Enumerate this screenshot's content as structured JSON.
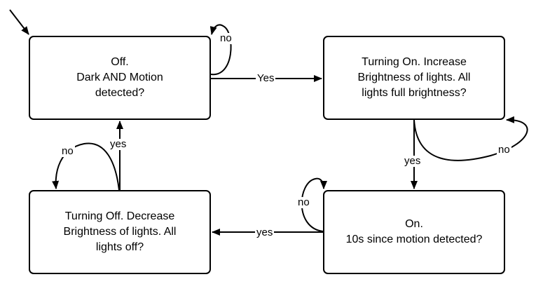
{
  "states": {
    "off": {
      "lines": [
        "Off.",
        "Dark AND Motion",
        "detected?"
      ]
    },
    "turning_on": {
      "lines": [
        "Turning On. Increase",
        "Brightness of lights. All",
        "lights full brightness?"
      ]
    },
    "turning_off": {
      "lines": [
        "Turning Off. Decrease",
        "Brightness of lights. All",
        "lights off?"
      ]
    },
    "on": {
      "lines": [
        "On.",
        "10s since motion detected?"
      ]
    }
  },
  "transitions": {
    "off_no": "no",
    "off_yes": "Yes",
    "turning_on_no": "no",
    "turning_on_yes": "yes",
    "on_no": "no",
    "on_yes": "yes",
    "turning_off_no": "no",
    "turning_off_yes": "yes"
  },
  "colors": {
    "stroke": "#000000",
    "background": "#ffffff"
  }
}
